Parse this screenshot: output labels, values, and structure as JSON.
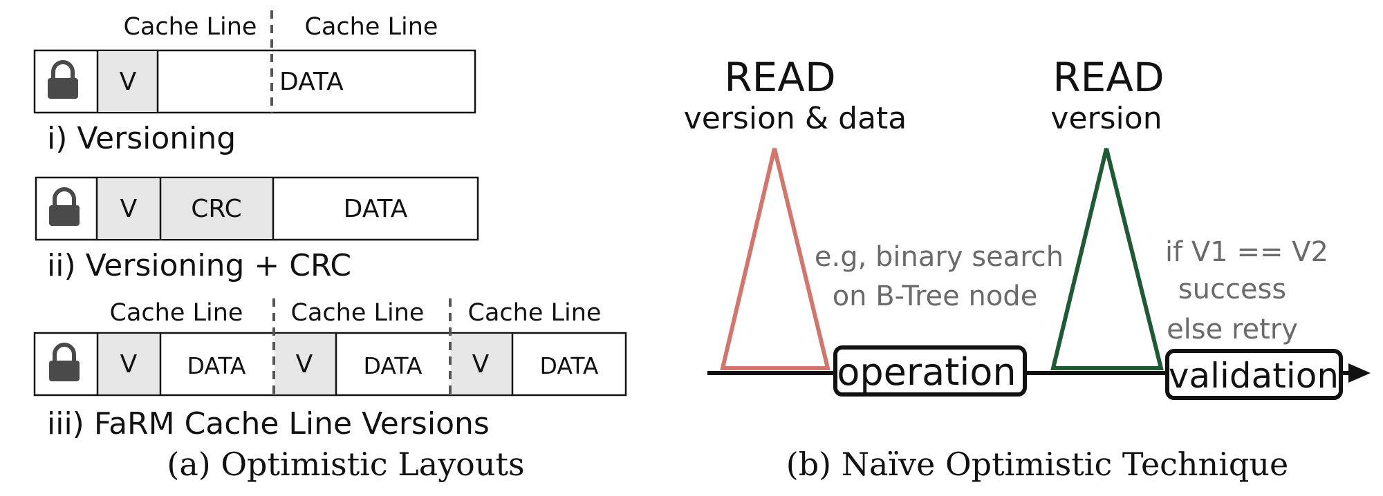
{
  "panel_a": {
    "caption": "(a)  Optimistic Layouts",
    "cache_line_label": "Cache Line",
    "field_v": "V",
    "field_crc": "CRC",
    "field_data": "DATA",
    "layout_versioning_title": "i) Versioning",
    "layout_crc_title": "ii) Versioning + CRC",
    "layout_farm_title": "iii) FaRM Cache Line Versions",
    "lock_icon": "lock-icon"
  },
  "panel_b": {
    "caption": "(b)  Naïve Optimistic Technique",
    "read1_title": "READ",
    "read1_sub": "version & data",
    "read2_title": "READ",
    "read2_sub": "version",
    "operation_note_1": "e.g, binary search",
    "operation_note_2": "on B-Tree node",
    "operation_label": "operation",
    "validation_note_1": "if V1 == V2",
    "validation_note_2": "success",
    "validation_note_3": "else retry",
    "validation_label": "validation",
    "colors": {
      "read1": "#d4756c",
      "read2": "#1e5b35"
    }
  }
}
